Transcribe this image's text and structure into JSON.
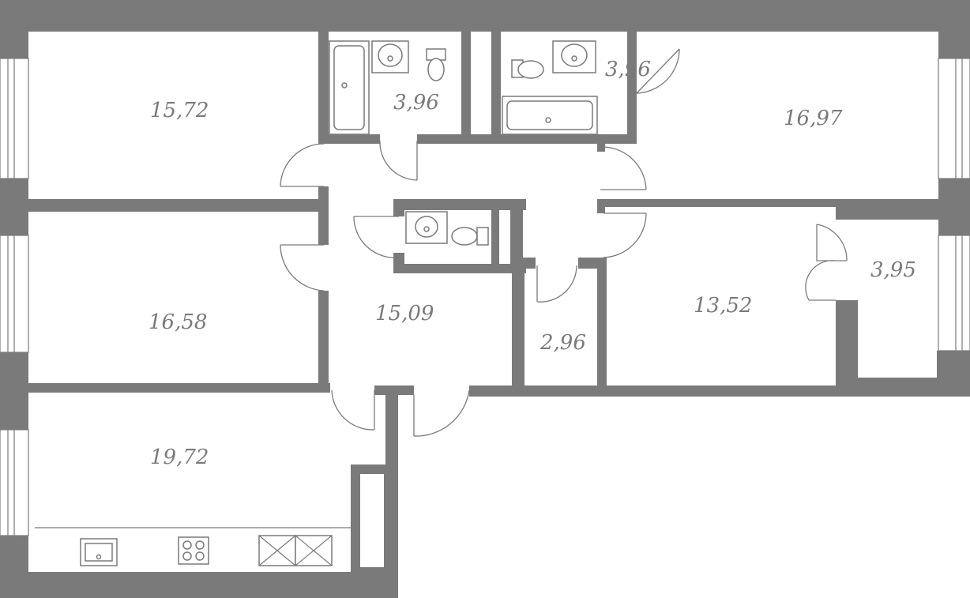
{
  "rooms": [
    {
      "id": "bedroom-top-left",
      "area": "15,72"
    },
    {
      "id": "bathroom-center",
      "area": "3,96"
    },
    {
      "id": "bathroom-right",
      "area": "3,96"
    },
    {
      "id": "bedroom-top-right",
      "area": "16,97"
    },
    {
      "id": "bedroom-middle-left",
      "area": "16,58"
    },
    {
      "id": "hallway",
      "area": "15,09"
    },
    {
      "id": "closet",
      "area": "2,96"
    },
    {
      "id": "bedroom-right",
      "area": "13,52"
    },
    {
      "id": "wardrobe",
      "area": "3,95"
    },
    {
      "id": "kitchen-living",
      "area": "19,72"
    }
  ],
  "colors": {
    "wall": "#7a7a7a",
    "background": "#ffffff"
  }
}
